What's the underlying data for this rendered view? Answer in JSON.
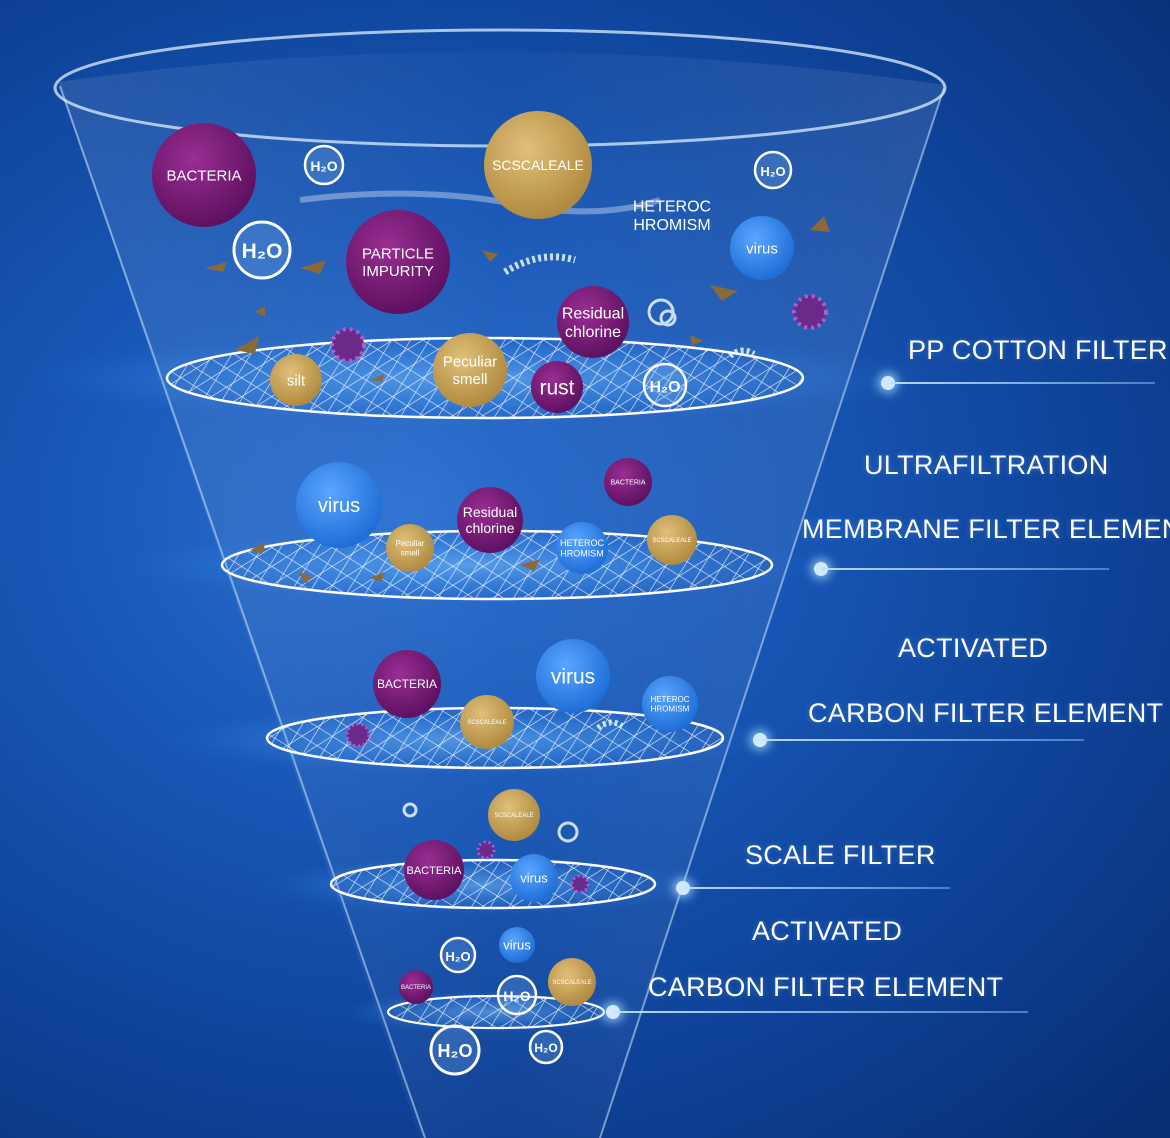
{
  "labels": [
    {
      "key": "pp",
      "text": "PP COTTON FILTER"
    },
    {
      "key": "uf1",
      "text": "ULTRAFILTRATION"
    },
    {
      "key": "uf2",
      "text": "MEMBRANE FILTER ELEMENT"
    },
    {
      "key": "ac1a",
      "text": "ACTIVATED"
    },
    {
      "key": "ac1b",
      "text": "CARBON FILTER ELEMENT"
    },
    {
      "key": "scale",
      "text": "SCALE FILTER"
    },
    {
      "key": "ac2a",
      "text": "ACTIVATED"
    },
    {
      "key": "ac2b",
      "text": "CARBON FILTER ELEMENT"
    }
  ],
  "particles": [
    {
      "name": "bacteria-particle",
      "label": "BACTERIA",
      "kind": "purple"
    },
    {
      "name": "scale-particle",
      "label": "SCSCALEALE",
      "kind": "gold"
    },
    {
      "name": "heterochromism-particle",
      "label": "HETEROC\nHROMISM",
      "kind": "text"
    },
    {
      "name": "virus-particle",
      "label": "virus",
      "kind": "blue"
    },
    {
      "name": "particle-impurity",
      "label": "PARTICLE\nIMPURITY",
      "kind": "purple"
    },
    {
      "name": "residual-chlorine-particle",
      "label": "Residual\nchlorine",
      "kind": "purple"
    },
    {
      "name": "silt-particle",
      "label": "silt",
      "kind": "gold"
    },
    {
      "name": "peculiar-smell-particle",
      "label": "Peculiar\nsmell",
      "kind": "gold"
    },
    {
      "name": "rust-particle",
      "label": "rust",
      "kind": "purple"
    },
    {
      "name": "virus-particle",
      "label": "virus",
      "kind": "blue"
    },
    {
      "name": "residual-chlorine-particle",
      "label": "Residual\nchlorine",
      "kind": "purple"
    },
    {
      "name": "bacteria-particle",
      "label": "BACTERIA",
      "kind": "purple"
    },
    {
      "name": "peculiar-smell-particle",
      "label": "Peculiar\nsmell",
      "kind": "gold"
    },
    {
      "name": "heterochromism-particle",
      "label": "HETEROC\nHROMISM",
      "kind": "blue"
    },
    {
      "name": "scale-particle",
      "label": "SCSCALEALE",
      "kind": "gold"
    },
    {
      "name": "bacteria-particle",
      "label": "BACTERIA",
      "kind": "purple"
    },
    {
      "name": "virus-particle",
      "label": "virus",
      "kind": "blue"
    },
    {
      "name": "scale-particle",
      "label": "SCSCALEALE",
      "kind": "gold"
    },
    {
      "name": "heterochromism-particle",
      "label": "HETEROC\nHROMISM",
      "kind": "blue"
    },
    {
      "name": "scale-particle",
      "label": "SCSCALEALE",
      "kind": "gold"
    },
    {
      "name": "bacteria-particle",
      "label": "BACTERIA",
      "kind": "purple"
    },
    {
      "name": "virus-particle",
      "label": "virus",
      "kind": "blue"
    },
    {
      "name": "virus-particle",
      "label": "virus",
      "kind": "blue"
    },
    {
      "name": "bacteria-particle",
      "label": "BACTERIA",
      "kind": "purple"
    },
    {
      "name": "scale-particle",
      "label": "SCSCALEALE",
      "kind": "gold"
    }
  ],
  "h2o_label": "H₂O",
  "colors": {
    "purple": "#7d1f78",
    "gold": "#c9a65c",
    "blue": "#3d8ff0",
    "text_blue": "#bfe0ff",
    "background": "#1756b5",
    "accent_glow": "#cfeaff"
  }
}
